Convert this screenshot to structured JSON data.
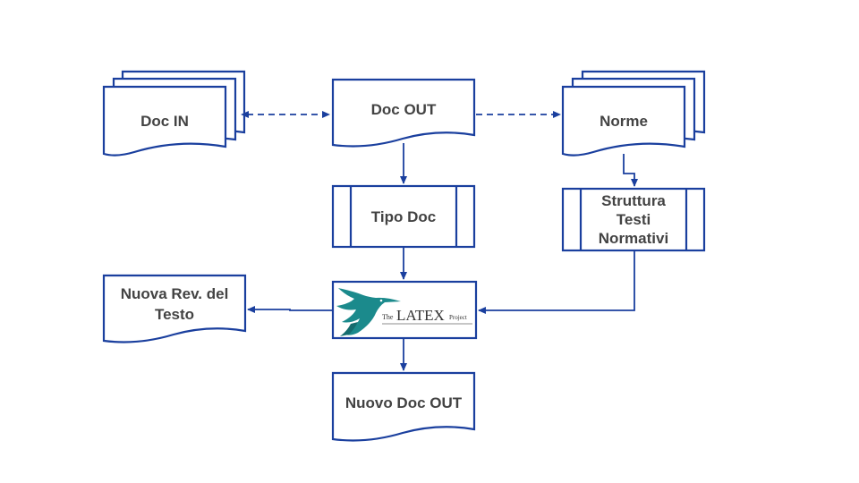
{
  "nodes": {
    "doc_in": "Doc IN",
    "doc_out": "Doc OUT",
    "norme": "Norme",
    "tipo_doc": "Tipo Doc",
    "struttura": [
      "Struttura",
      "Testi",
      "Normativi"
    ],
    "nuova_rev": [
      "Nuova Rev. del",
      "Testo"
    ],
    "nuovo_doc_out": "Nuovo Doc OUT"
  },
  "logo": {
    "the": "The",
    "latex": "LATEX",
    "project": "Project"
  },
  "colors": {
    "stroke": "#1a3f9e",
    "text": "#434343",
    "bird": "#1b8a8c"
  }
}
